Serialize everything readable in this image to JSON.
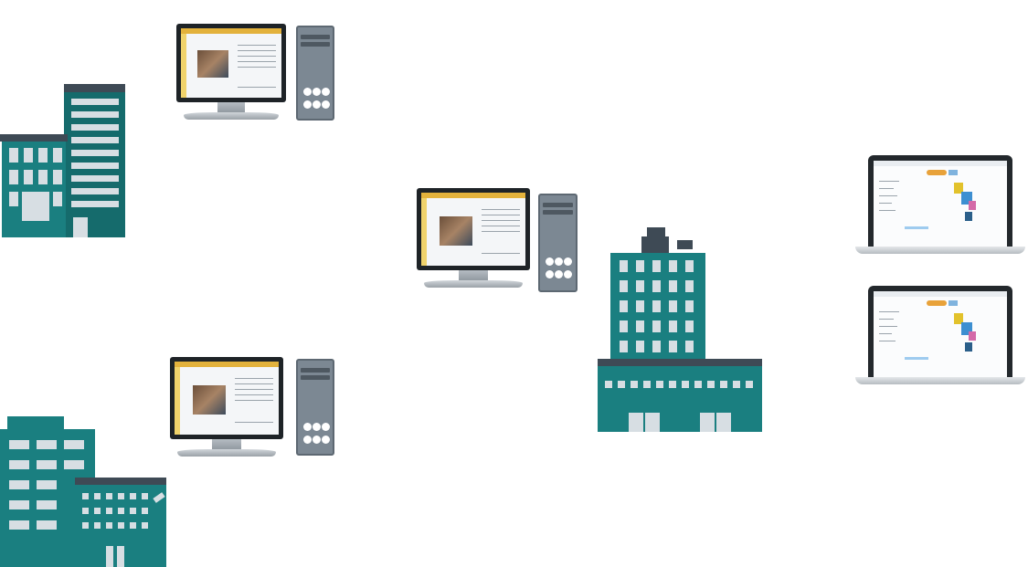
{
  "scene": {
    "colors": {
      "building": "#1a7f80",
      "roof": "#3e4a55",
      "window": "#d7dee3",
      "tower": "#7c8893",
      "bezel": "#1e2327"
    },
    "nodes": [
      {
        "name": "left-top-office-building",
        "icon": "building-icon"
      },
      {
        "name": "left-bottom-office-building",
        "icon": "building-icon"
      },
      {
        "name": "central-headquarters-building",
        "icon": "building-icon"
      },
      {
        "name": "workstation-top-left",
        "icon": "desktop-computer-icon"
      },
      {
        "name": "workstation-bottom-left",
        "icon": "desktop-computer-icon"
      },
      {
        "name": "workstation-center",
        "icon": "desktop-computer-icon"
      },
      {
        "name": "laptop-top-right",
        "icon": "laptop-icon"
      },
      {
        "name": "laptop-bottom-right",
        "icon": "laptop-icon"
      }
    ]
  }
}
